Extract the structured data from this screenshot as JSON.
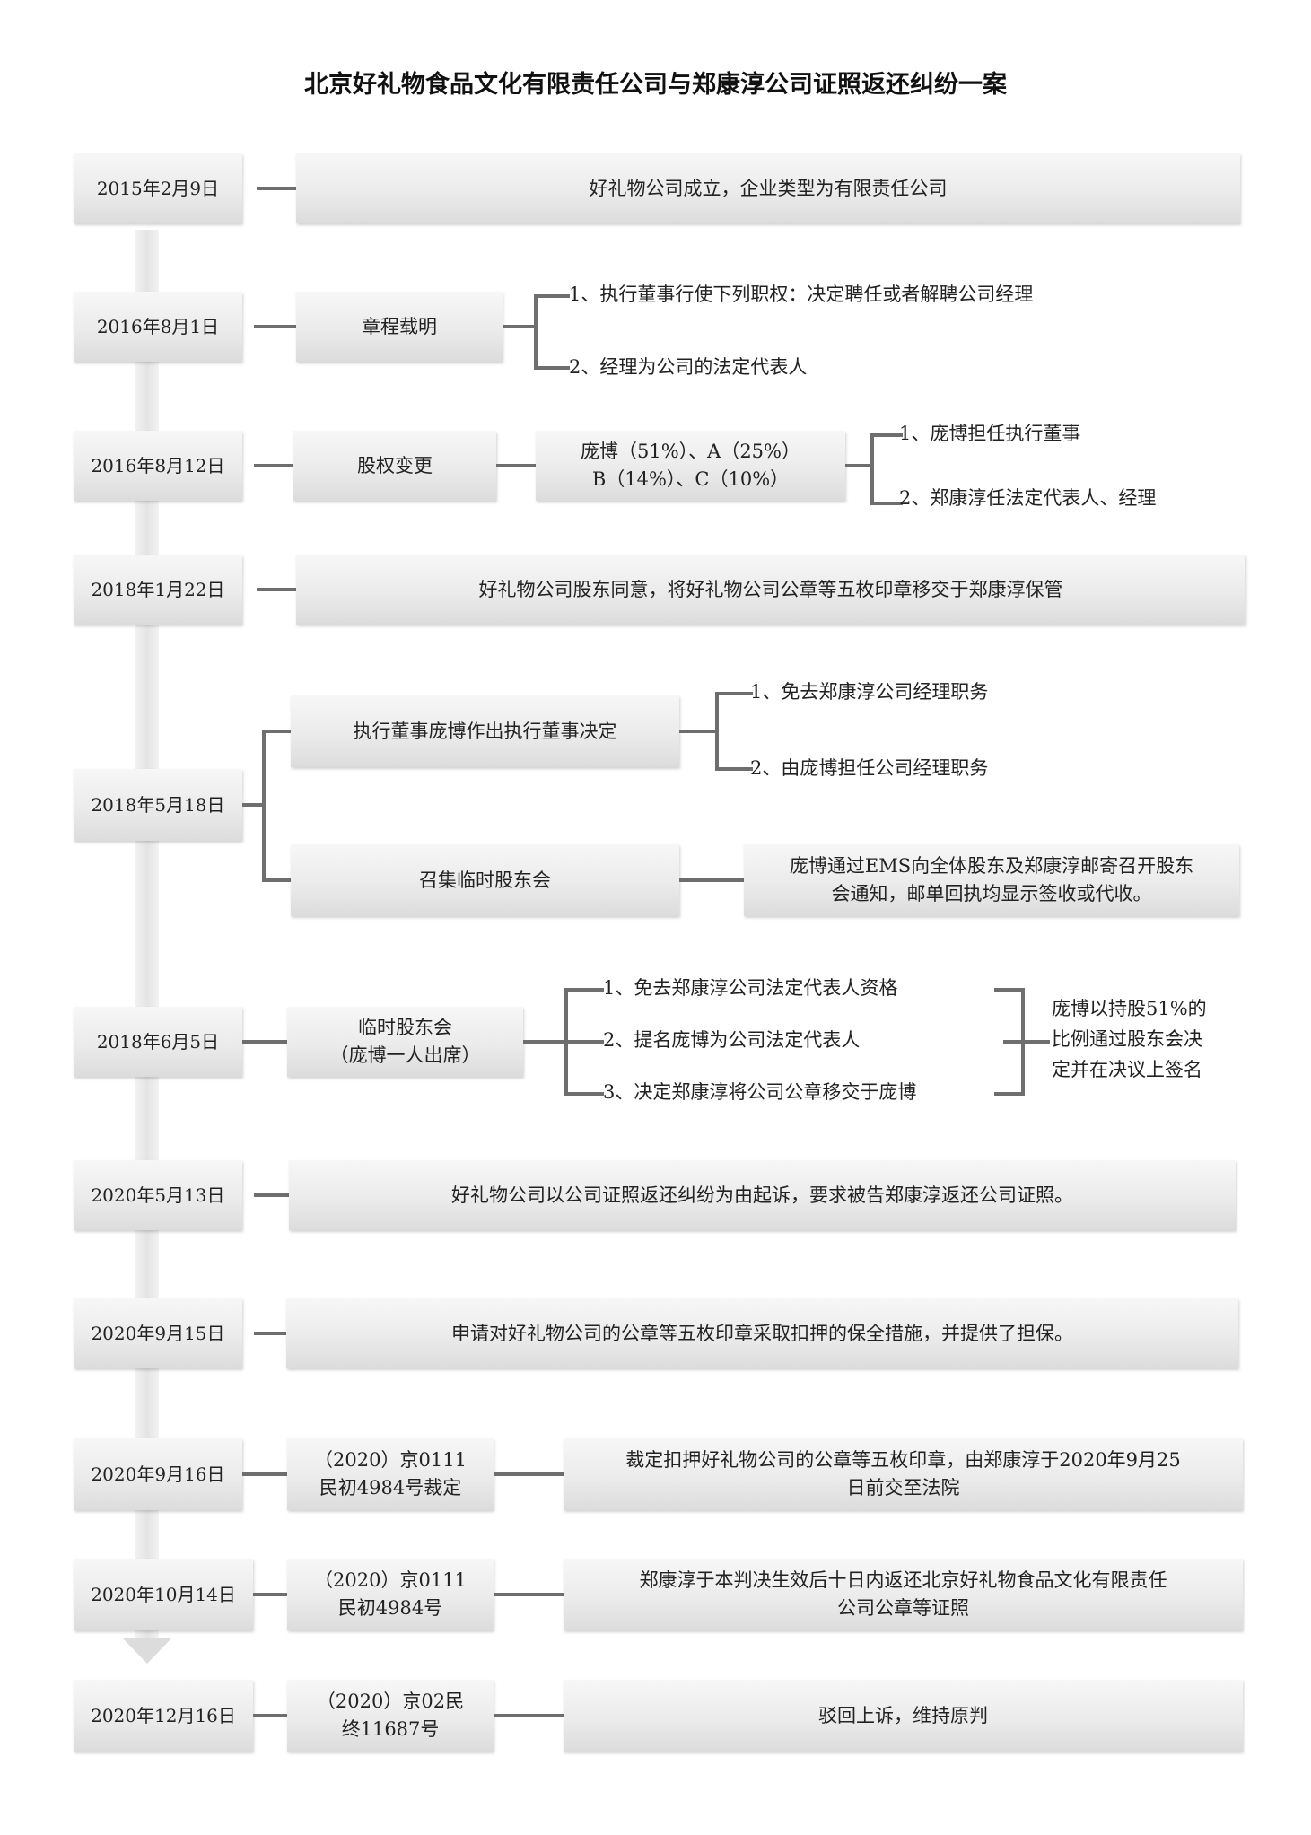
{
  "title": "北京好礼物食品文化有限责任公司与郑康淳公司证照返还纠纷一案",
  "events": [
    {
      "date": "2015年2月9日",
      "content": "好礼物公司成立，企业类型为有限责任公司"
    },
    {
      "date": "2016年8月1日",
      "label": "章程载明",
      "items": [
        "1、执行董事行使下列职权：决定聘任或者解聘公司经理",
        "2、经理为公司的法定代表人"
      ]
    },
    {
      "date": "2016年8月12日",
      "label": "股权变更",
      "shareholding": [
        "庞博（51%）、A（25%）",
        "B（14%）、C（10%）"
      ],
      "items": [
        "1、庞博担任执行董事",
        "2、郑康淳任法定代表人、经理"
      ]
    },
    {
      "date": "2018年1月22日",
      "content": "好礼物公司股东同意，将好礼物公司公章等五枚印章移交于郑康淳保管"
    },
    {
      "date": "2018年5月18日",
      "branches": [
        {
          "label": "执行董事庞博作出执行董事决定",
          "items": [
            "1、免去郑康淳公司经理职务",
            "2、由庞博担任公司经理职务"
          ]
        },
        {
          "label": "召集临时股东会",
          "result": [
            "庞博通过EMS向全体股东及郑康淳邮寄召开股东",
            "会通知，邮单回执均显示签收或代收。"
          ]
        }
      ]
    },
    {
      "date": "2018年6月5日",
      "label": [
        "临时股东会",
        "（庞博一人出席）"
      ],
      "items": [
        "1、免去郑康淳公司法定代表人资格",
        "2、提名庞博为公司法定代表人",
        "3、决定郑康淳将公司公章移交于庞博"
      ],
      "result": [
        "庞博以持股51%的",
        "比例通过股东会决",
        "定并在决议上签名"
      ]
    },
    {
      "date": "2020年5月13日",
      "content": "好礼物公司以公司证照返还纠纷为由起诉，要求被告郑康淳返还公司证照。"
    },
    {
      "date": "2020年9月15日",
      "content": "申请对好礼物公司的公章等五枚印章采取扣押的保全措施，并提供了担保。"
    },
    {
      "date": "2020年9月16日",
      "label": [
        "（2020）京0111",
        "民初4984号裁定"
      ],
      "content": [
        "裁定扣押好礼物公司的公章等五枚印章，由郑康淳于2020年9月25",
        "日前交至法院"
      ]
    },
    {
      "date": "2020年10月14日",
      "label": [
        "（2020）京0111",
        "民初4984号"
      ],
      "content": [
        "郑康淳于本判决生效后十日内返还北京好礼物食品文化有限责任",
        "公司公章等证照"
      ]
    },
    {
      "date": "2020年12月16日",
      "label": [
        "（2020）京02民",
        "终11687号"
      ],
      "content": "驳回上诉，维持原判"
    }
  ]
}
